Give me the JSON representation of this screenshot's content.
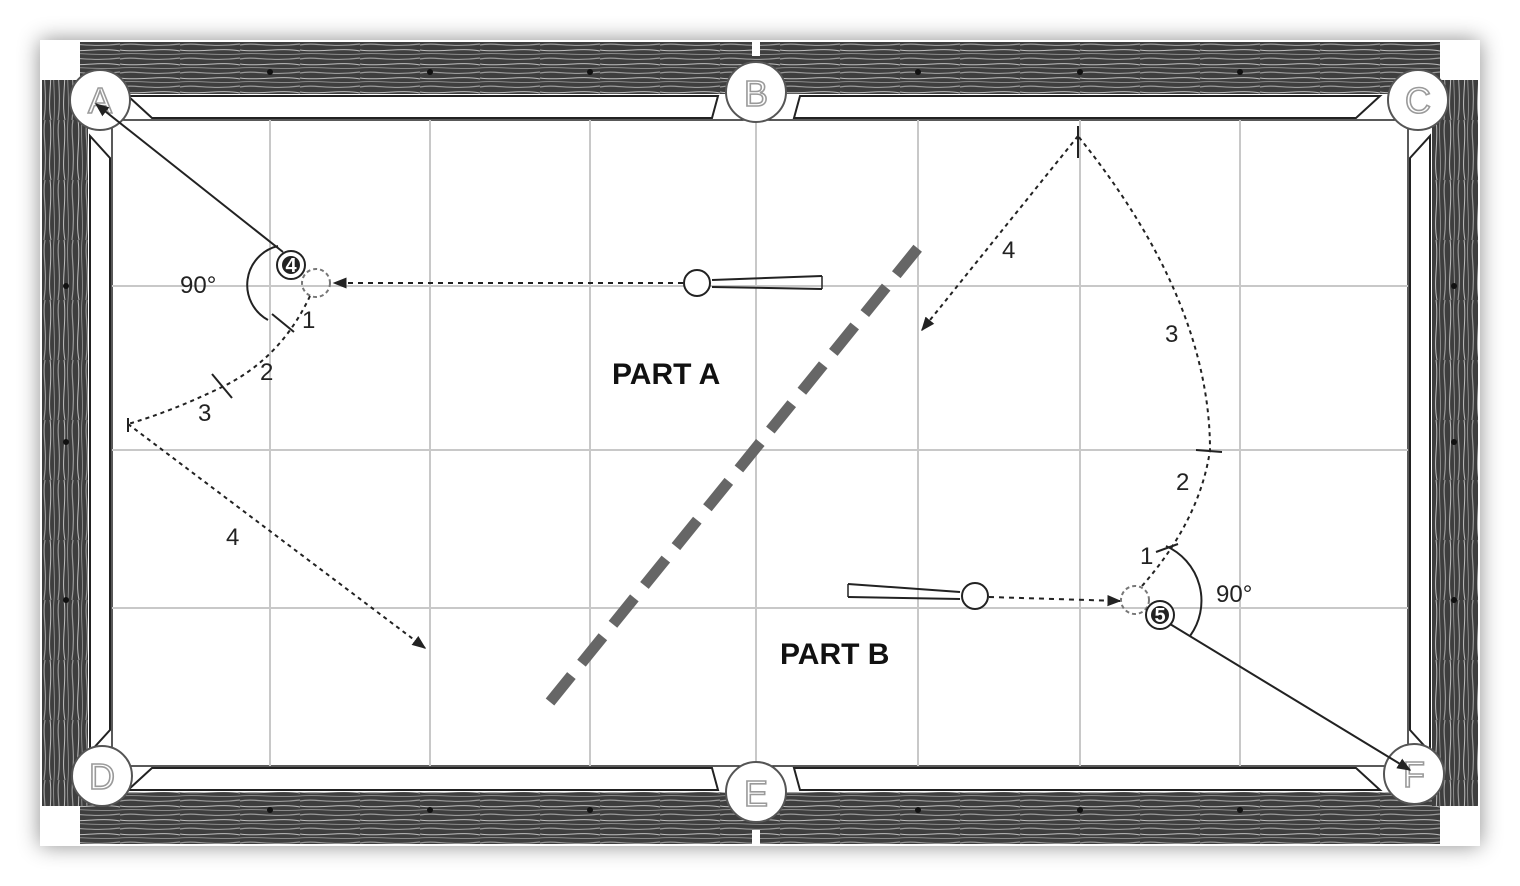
{
  "pockets": {
    "top_left": "A",
    "top_center": "B",
    "top_right": "C",
    "bottom_left": "D",
    "bottom_center": "E",
    "bottom_right": "F"
  },
  "part_a": {
    "label": "PART A",
    "object_ball": "4",
    "angle": "90°",
    "segments": [
      "1",
      "2",
      "3",
      "4"
    ]
  },
  "part_b": {
    "label": "PART B",
    "object_ball": "5",
    "angle": "90°",
    "segments": [
      "1",
      "2",
      "3",
      "4"
    ]
  },
  "colors": {
    "felt": "#ffffff",
    "grid": "#c8c8c8",
    "rail_wood": "#3a3a3a",
    "line": "#222222",
    "divider": "#666666"
  }
}
